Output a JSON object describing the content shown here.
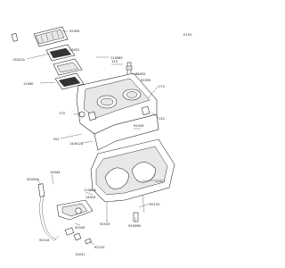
{
  "diagram": {
    "page_code": "E161",
    "labels": {
      "l92009_top": "92009",
      "l13031": "13031",
      "l13021A": "13021A",
      "l110085": "110085",
      "l11060": "11060",
      "l92055_a": "92055",
      "l92055_b": "92055",
      "l170": "170",
      "l172": "172",
      "l110_left": "110",
      "l132": "132",
      "l551": "551",
      "l14001A": "14001/A",
      "l92049": "92049",
      "l14044": "14044",
      "l92055A": "92055A",
      "l11060A": "11060A",
      "l14093": "14093",
      "l11011_a": "11011",
      "l92150": "92150",
      "l92009B": "92009B",
      "l92033": "92033",
      "l92049_bot": "92049",
      "l92144": "92144",
      "l92210": "92210",
      "l13031_bot": "13031"
    }
  }
}
